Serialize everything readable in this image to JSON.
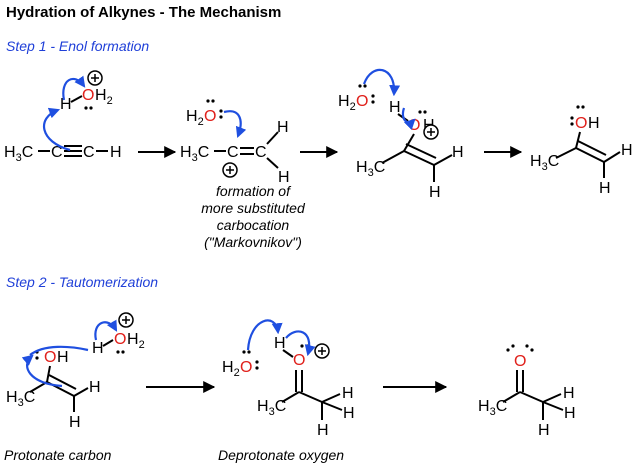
{
  "title": "Hydration of Alkynes - The Mechanism",
  "steps": [
    {
      "label": "Step 1 - Enol formation"
    },
    {
      "label": "Step 2 - Tautomerization"
    }
  ],
  "captions": {
    "carbocation": [
      "formation of",
      "more substituted",
      "carbocation",
      "(\"Markovnikov\")"
    ],
    "protonate_carbon": "Protonate carbon",
    "deprotonate_oxygen": "Deprotonate oxygen"
  },
  "atoms": {
    "H": "H",
    "C": "C",
    "O": "O",
    "H3": "H",
    "three": "3",
    "two": "2",
    "H3C": "H3C"
  },
  "colors": {
    "accent_blue": "#1f4fe0",
    "oxygen_red": "#e0201b"
  },
  "icons": [
    "curly-arrow-icon",
    "reaction-arrow-icon",
    "positive-charge-icon",
    "lone-pair-dots-icon"
  ]
}
